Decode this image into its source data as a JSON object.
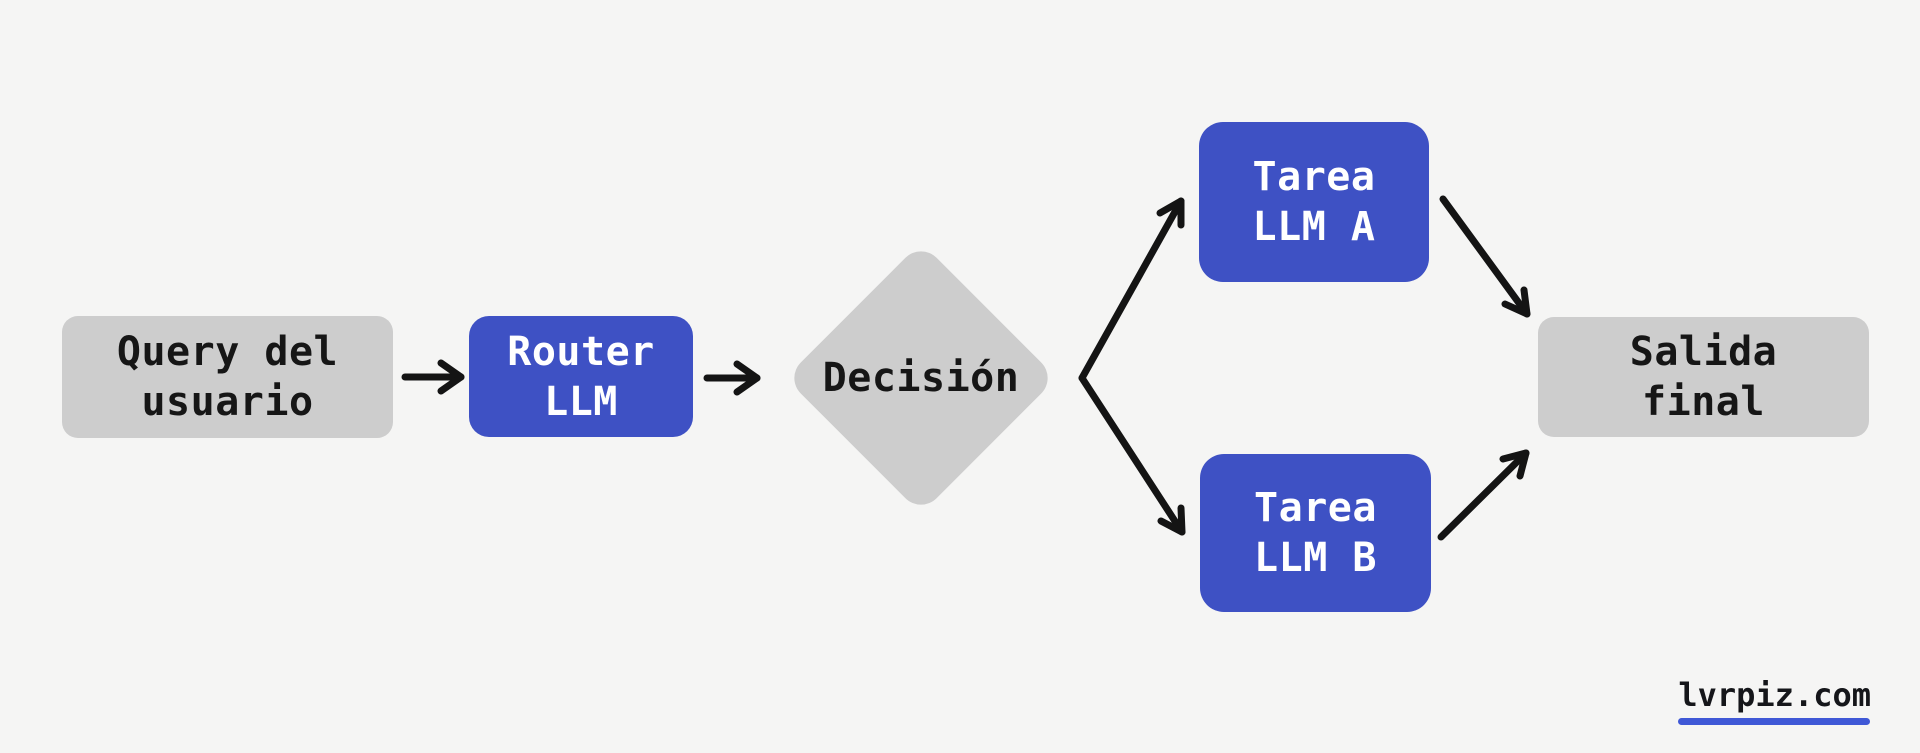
{
  "diagram": {
    "title_implicit": "LLM router flowchart",
    "nodes": {
      "query": {
        "line1": "Query del",
        "line2": "usuario"
      },
      "router": {
        "line1": "Router",
        "line2": "LLM"
      },
      "decision": {
        "label": "Decisión"
      },
      "tarea_a": {
        "line1": "Tarea",
        "line2": "LLM A"
      },
      "tarea_b": {
        "line1": "Tarea",
        "line2": "LLM B"
      },
      "salida": {
        "line1": "Salida",
        "line2": "final"
      }
    },
    "edges": [
      {
        "from": "query",
        "to": "router"
      },
      {
        "from": "router",
        "to": "decision"
      },
      {
        "from": "decision",
        "to": "tarea_a"
      },
      {
        "from": "decision",
        "to": "tarea_b"
      },
      {
        "from": "tarea_a",
        "to": "salida"
      },
      {
        "from": "tarea_b",
        "to": "salida"
      }
    ]
  },
  "watermark": {
    "text": "lvrpiz.com"
  },
  "colors": {
    "background": "#f5f5f4",
    "node_gray": "#cdcdcd",
    "node_blue": "#3e51c4",
    "text_dark": "#161616",
    "text_light": "#ffffff",
    "arrow": "#141414",
    "watermark_underline": "#3f58d6"
  }
}
